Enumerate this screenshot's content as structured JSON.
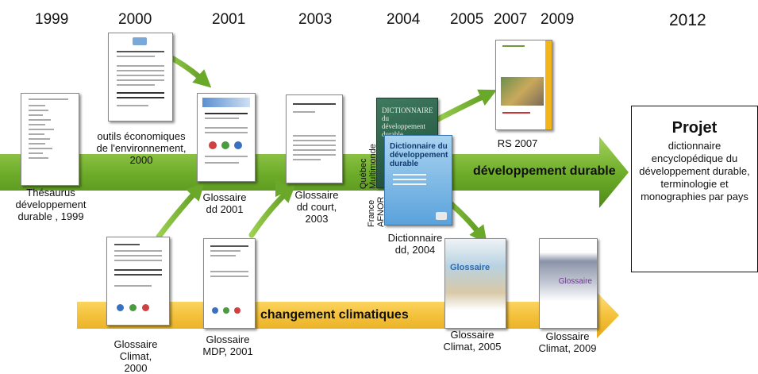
{
  "years": [
    "1999",
    "2000",
    "2001",
    "2003",
    "2004",
    "2005",
    "2007",
    "2009",
    "2012"
  ],
  "bands": {
    "green_label": "développement durable",
    "yellow_label": "changement climatiques",
    "green_color": "#7cb531",
    "yellow_color": "#f6c94a"
  },
  "captions": {
    "thesaurus": "Thésaurus développement durable , 1999",
    "outils": "outils économiques de l'environnement, 2000",
    "glossaire_dd_2001": "Glossaire dd 2001",
    "glossaire_dd_court": "Glossaire dd court, 2003",
    "quebec": "Québec Multimonde",
    "france": "France AFNOR",
    "dictionnaire": "Dictionnaire dd, 2004",
    "rs": "RS  2007",
    "glossaire_climat_2000": "Glossaire Climat, 2000",
    "glossaire_mdp": "Glossaire MDP, 2001",
    "glossaire_climat_2005": "Glossaire Climat, 2005",
    "glossaire_climat_2009": "Glossaire Climat, 2009"
  },
  "covers": {
    "dict_green_title": "DICTIONNAIRE du développement durable",
    "dict_blue_title": "Dictionnaire du développement durable",
    "glossaire_2005_title": "Glossaire",
    "glossaire_2009_title": "Glossaire"
  },
  "projet": {
    "title": "Projet",
    "description": "dictionnaire encyclopédique du développement durable, terminologie et monographies par pays"
  }
}
